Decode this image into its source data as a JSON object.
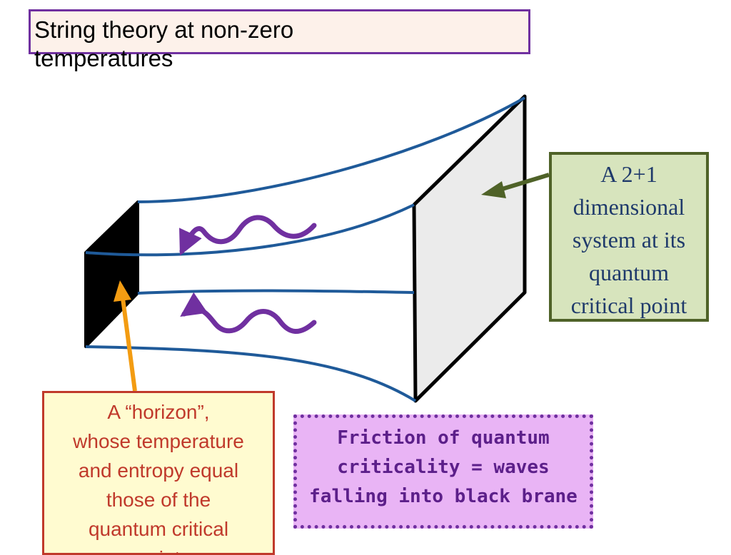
{
  "title": "String theory at non-zero temperatures",
  "title_lines": [
    "String theory at non-zero",
    "temperatures"
  ],
  "notes": {
    "system": {
      "lines": [
        "A 2+1",
        "dimensional",
        "system at its",
        "quantum",
        "critical point"
      ]
    },
    "horizon": {
      "lines": [
        "A “horizon”,",
        "whose temperature",
        "and entropy equal",
        "those of the",
        "quantum critical",
        "point"
      ]
    },
    "friction": {
      "lines": [
        "Friction of quantum",
        "criticality = waves",
        "falling into black brane"
      ]
    }
  },
  "colors": {
    "title_border": "#7030a0",
    "tube_lines": "#1f5a99",
    "waves": "#7030a0",
    "green_arrow": "#4f6228",
    "orange_arrow": "#f39c12",
    "horizon_fill": "#000000",
    "boundary_fill": "#ebebeb"
  }
}
